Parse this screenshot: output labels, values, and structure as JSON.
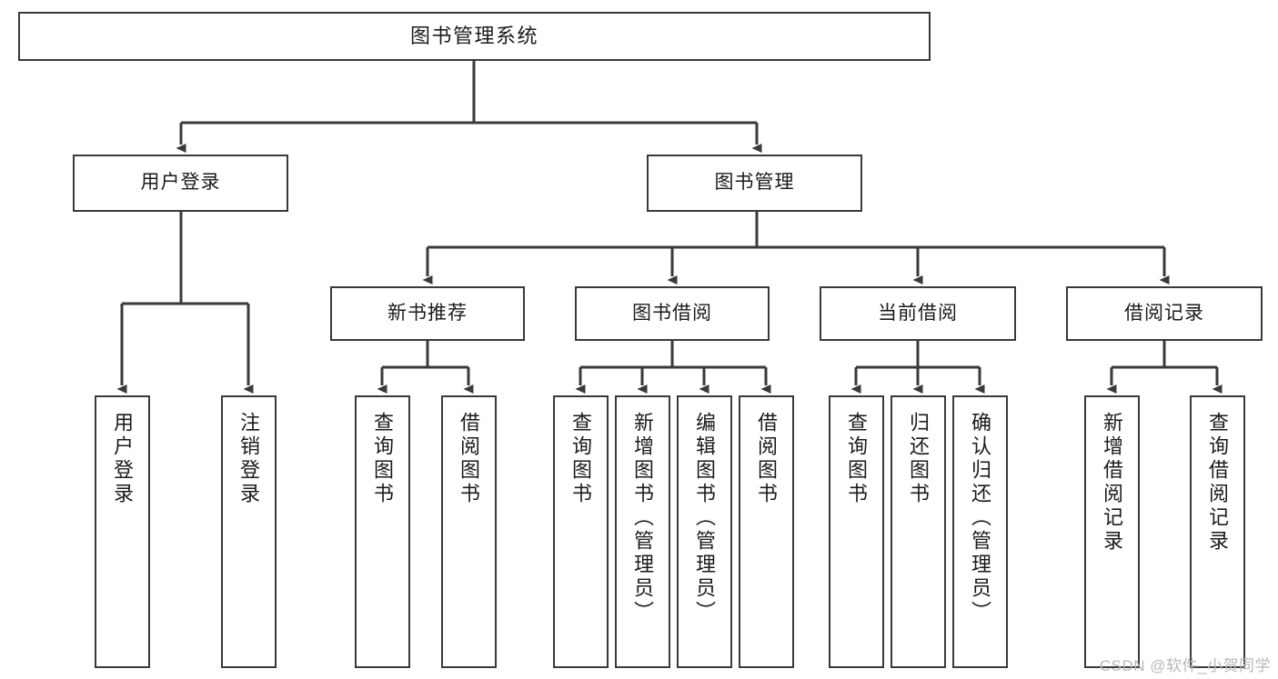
{
  "diagram": {
    "title": "图书管理系统",
    "type": "tree",
    "root": {
      "id": "root",
      "label": "图书管理系统"
    },
    "level2": [
      {
        "id": "user-login",
        "label": "用户登录"
      },
      {
        "id": "book-manage",
        "label": "图书管理"
      }
    ],
    "level3": [
      {
        "id": "new-book-rec",
        "label": "新书推荐"
      },
      {
        "id": "book-borrow",
        "label": "图书借阅"
      },
      {
        "id": "current-borrow",
        "label": "当前借阅"
      },
      {
        "id": "borrow-record",
        "label": "借阅记录"
      }
    ],
    "leaves": {
      "user_login": [
        {
          "id": "leaf-user-login",
          "label": "用户登录"
        },
        {
          "id": "leaf-logout",
          "label": "注销登录"
        }
      ],
      "new_book_rec": [
        {
          "id": "leaf-query-book-1",
          "label": "查询图书"
        },
        {
          "id": "leaf-borrow-book-1",
          "label": "借阅图书"
        }
      ],
      "book_borrow": [
        {
          "id": "leaf-query-book-2",
          "label": "查询图书"
        },
        {
          "id": "leaf-add-book",
          "label": "新增图书（管理员）"
        },
        {
          "id": "leaf-edit-book",
          "label": "编辑图书（管理员）"
        },
        {
          "id": "leaf-borrow-book-2",
          "label": "借阅图书"
        }
      ],
      "current_borrow": [
        {
          "id": "leaf-query-book-3",
          "label": "查询图书"
        },
        {
          "id": "leaf-return-book",
          "label": "归还图书"
        },
        {
          "id": "leaf-confirm-return",
          "label": "确认归还（管理员）"
        }
      ],
      "borrow_record": [
        {
          "id": "leaf-add-record",
          "label": "新增借阅记录"
        },
        {
          "id": "leaf-query-record",
          "label": "查询借阅记录"
        }
      ]
    }
  },
  "watermark": {
    "text": "CSDN @软件_小贺同学"
  },
  "colors": {
    "stroke": "#3a3a3a",
    "box_fill": "#ffffff",
    "text": "#1b1b1b",
    "watermark": "#b9b9b9",
    "background": "#ffffff"
  }
}
